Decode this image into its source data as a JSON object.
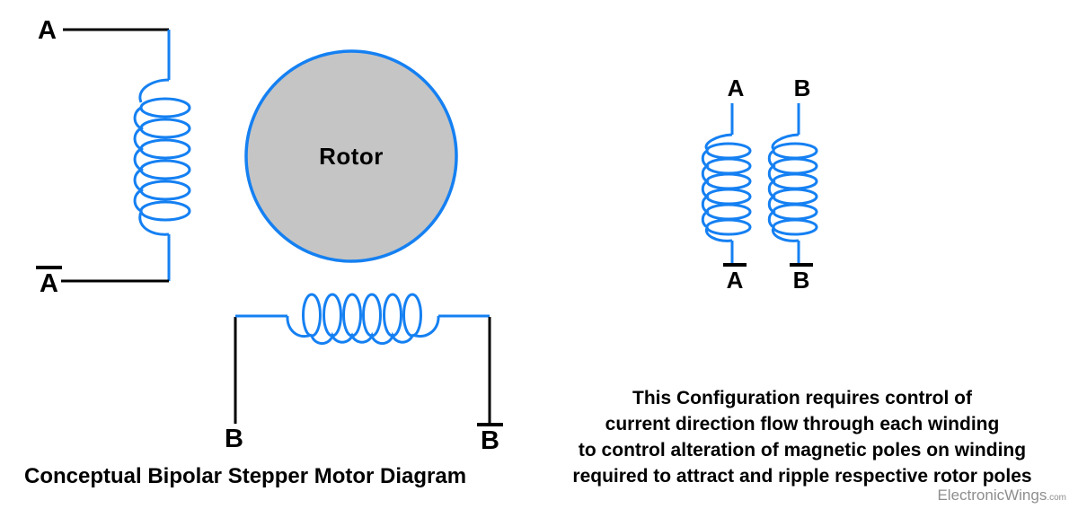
{
  "colors": {
    "coil_blue": "#1580F2",
    "wire_black": "#000000",
    "rotor_fill": "#C5C5C5",
    "text_black": "#000000",
    "watermark_gray": "#8E8E8E"
  },
  "main_diagram": {
    "rotor_label": "Rotor",
    "winding_a": {
      "terminal_top": "A",
      "terminal_bottom": "A"
    },
    "winding_b": {
      "terminal_left": "B",
      "terminal_right": "B"
    }
  },
  "winding_detail": {
    "coil_a": {
      "terminal_top": "A",
      "terminal_bottom": "A"
    },
    "coil_b": {
      "terminal_top": "B",
      "terminal_bottom": "B"
    }
  },
  "description": {
    "lines": [
      "This Configuration requires control of",
      "current direction flow through each winding",
      "to control alteration of magnetic poles on winding",
      "required to attract and ripple respective rotor poles"
    ]
  },
  "caption": "Conceptual Bipolar Stepper Motor Diagram",
  "watermark": {
    "brand": "ElectronicWings",
    "suffix": ".com"
  }
}
